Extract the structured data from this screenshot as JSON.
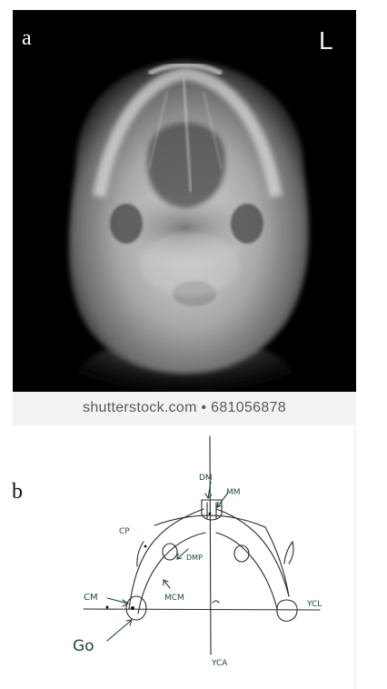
{
  "panel_a": {
    "letter": "a",
    "orientation_marker": "L"
  },
  "watermark": {
    "text": "shutterstock.com • 681056878"
  },
  "panel_b": {
    "letter": "b",
    "labels": {
      "dm": "DM",
      "mm": "MM",
      "cp": "CP",
      "dmp": "DMP",
      "mcm": "MCM",
      "cm": "CM",
      "go": "Go",
      "ycl": "YCL",
      "yca": "YCA"
    }
  }
}
